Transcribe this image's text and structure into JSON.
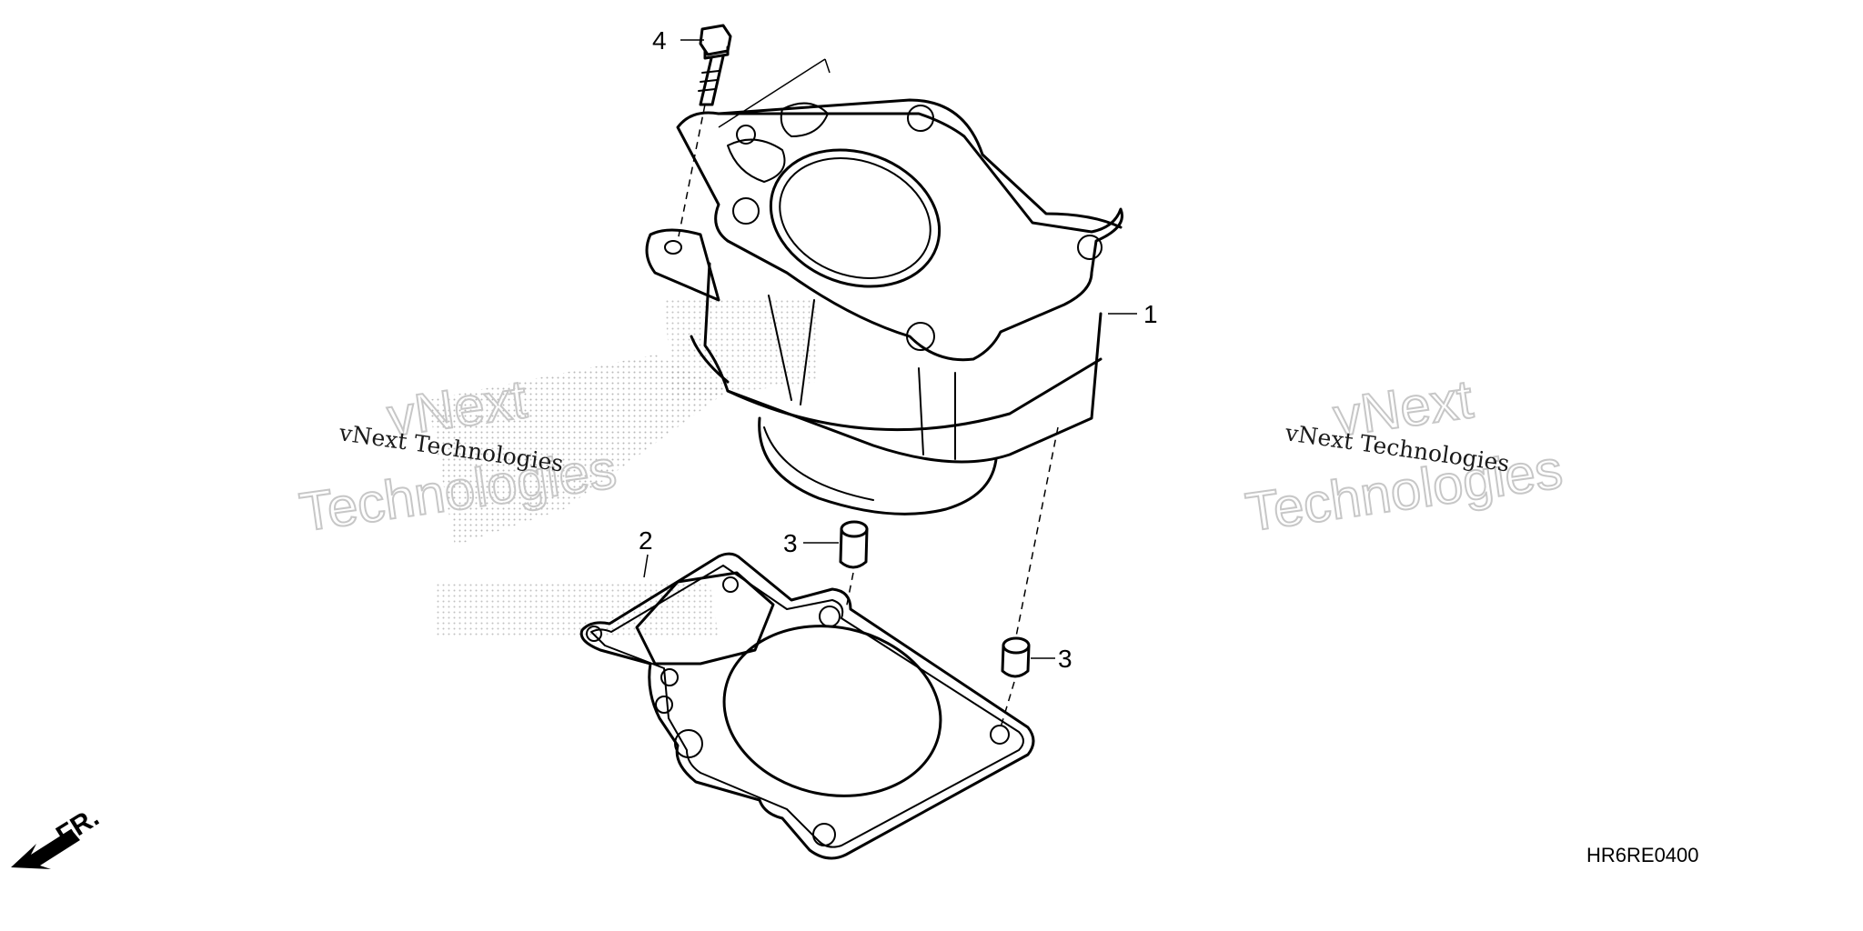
{
  "watermarks": [
    {
      "main_top": "vNext",
      "main_bottom": "Technologies",
      "small": "vNext Technologies"
    },
    {
      "main_top": "vNext",
      "main_bottom": "Technologies",
      "small": "vNext Technologies"
    }
  ],
  "callouts": {
    "cylinder": "1",
    "gasket": "2",
    "dowel_pin_a": "3",
    "dowel_pin_b": "3",
    "bolt": "4"
  },
  "direction_label": "FR.",
  "diagram_code": "HR6RE0400",
  "colors": {
    "line": "#000000",
    "watermark": "#c7c7c7",
    "background": "#ffffff"
  }
}
